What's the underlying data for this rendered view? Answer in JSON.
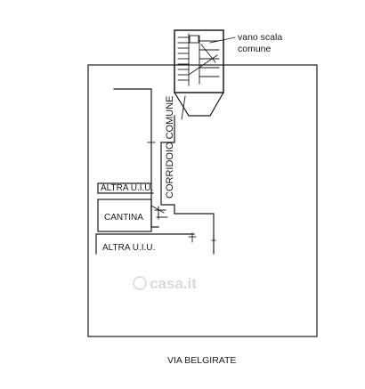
{
  "labels": {
    "stair_line1": "vano scala",
    "stair_line2": "comune",
    "corridor": "CORRIDOIO COMUNE",
    "altra_top": "ALTRA U.I.U.",
    "cantina": "CANTINA",
    "altra_bottom": "ALTRA U.I.U.",
    "street": "VIA BELGIRATE",
    "watermark": "casa.it"
  },
  "colors": {
    "line": "#1a1a1a",
    "background": "#ffffff",
    "watermark": "#d9d9d9"
  }
}
